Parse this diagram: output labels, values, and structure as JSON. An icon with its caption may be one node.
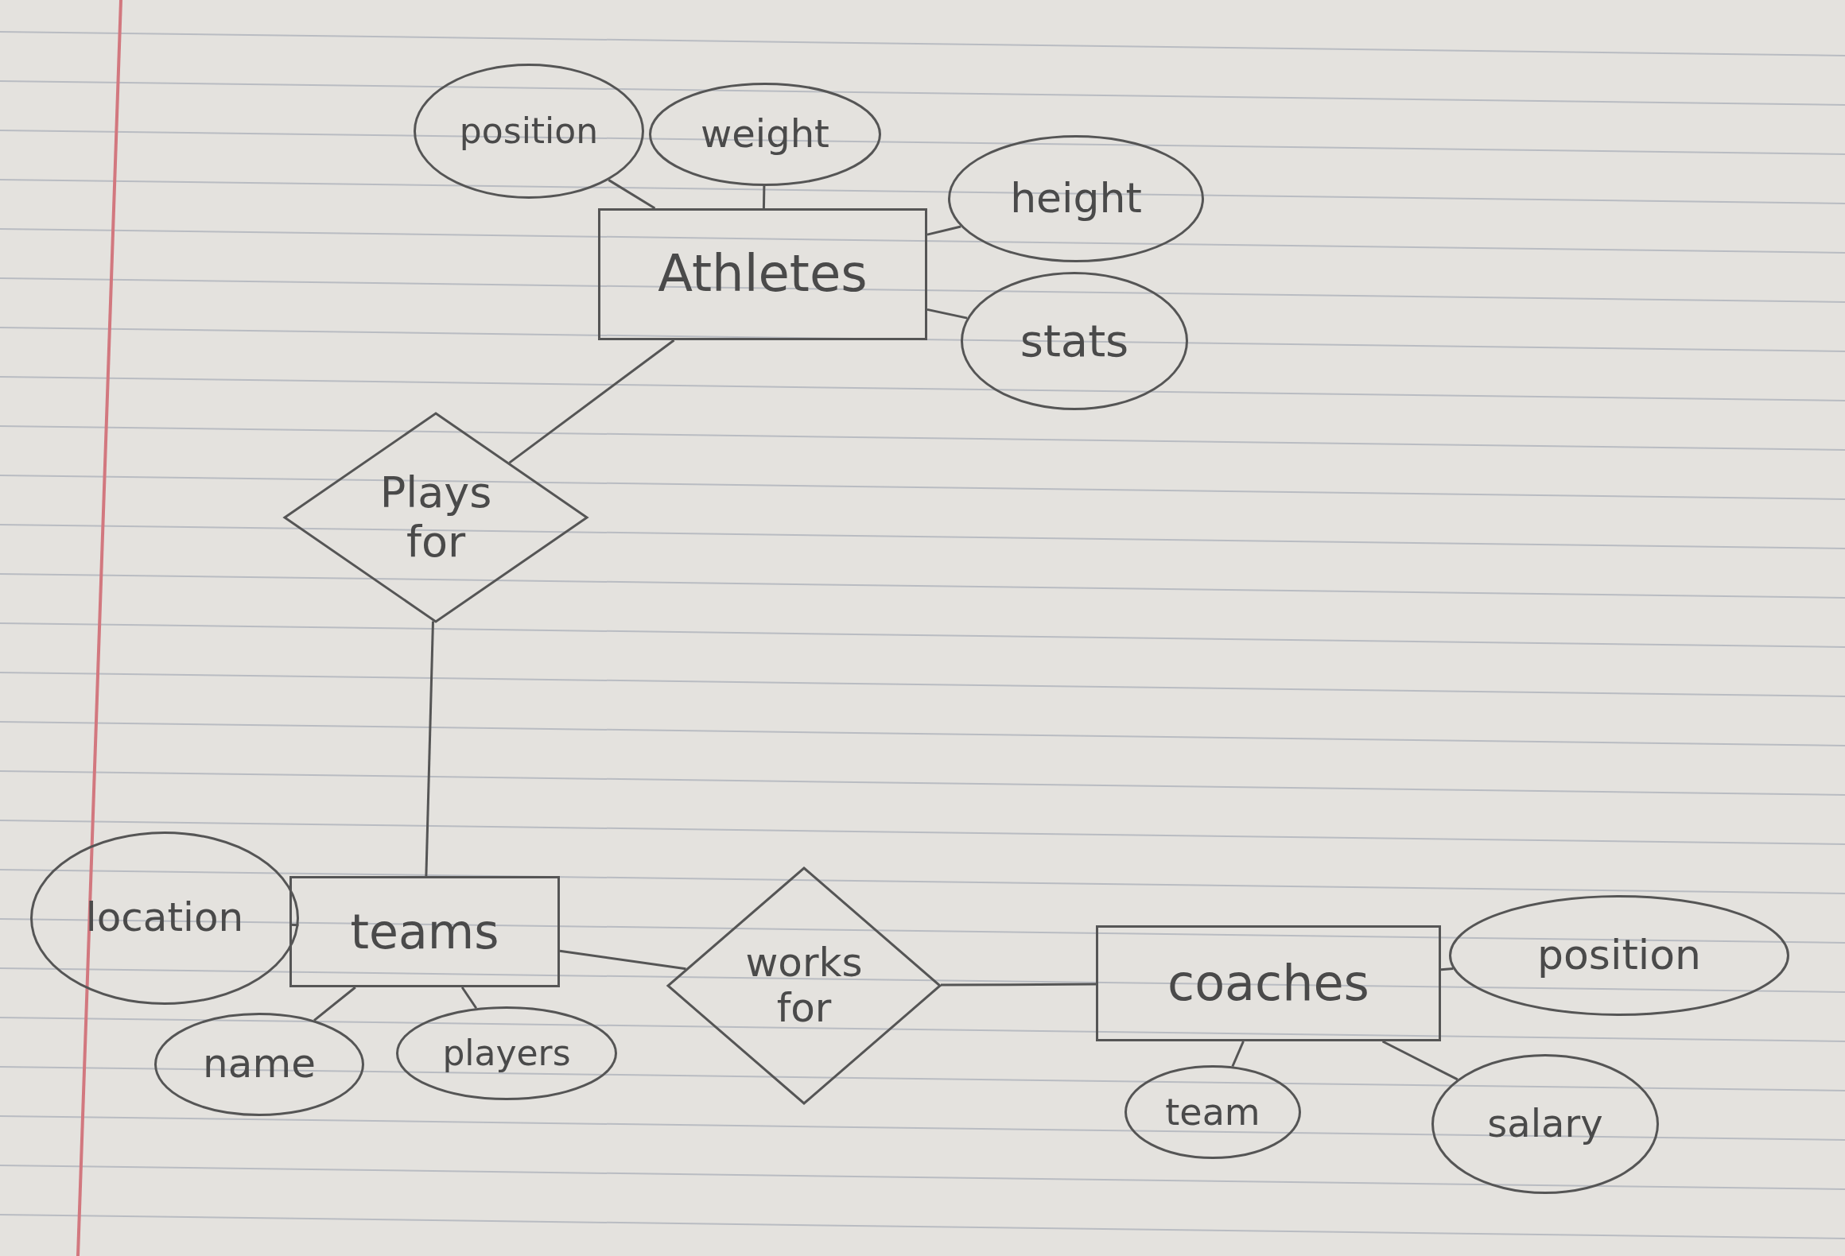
{
  "diagram": {
    "nodes": [
      {
        "text": [
          "Athletes"
        ]
      },
      {
        "text": [
          "position"
        ]
      },
      {
        "text": [
          "weight"
        ]
      },
      {
        "text": [
          "height"
        ]
      },
      {
        "text": [
          "stats"
        ]
      },
      {
        "text": [
          "Plays for"
        ]
      },
      {
        "text": [
          "teams"
        ]
      },
      {
        "text": [
          "location"
        ]
      },
      {
        "text": [
          "name"
        ]
      },
      {
        "text": [
          "players"
        ]
      },
      {
        "text": [
          "works for"
        ]
      },
      {
        "text": [
          "coaches"
        ]
      },
      {
        "text": [
          "position"
        ]
      },
      {
        "text": [
          "team"
        ]
      },
      {
        "text": [
          "salary"
        ]
      }
    ],
    "edges": [
      {
        "from": 0,
        "to": 1,
        "arrow": "none"
      },
      {
        "from": 0,
        "to": 2,
        "arrow": "none"
      },
      {
        "from": 0,
        "to": 3,
        "arrow": "none"
      },
      {
        "from": 0,
        "to": 4,
        "arrow": "none"
      },
      {
        "from": 0,
        "to": 5,
        "arrow": "none"
      },
      {
        "from": 5,
        "to": 6,
        "arrow": "none"
      },
      {
        "from": 6,
        "to": 7,
        "arrow": "none"
      },
      {
        "from": 6,
        "to": 8,
        "arrow": "none"
      },
      {
        "from": 6,
        "to": 9,
        "arrow": "none"
      },
      {
        "from": 6,
        "to": 10,
        "arrow": "none"
      },
      {
        "from": 10,
        "to": 11,
        "arrow": "none"
      },
      {
        "from": 11,
        "to": 12,
        "arrow": "none"
      },
      {
        "from": 11,
        "to": 13,
        "arrow": "none"
      },
      {
        "from": 11,
        "to": 14,
        "arrow": "none"
      }
    ]
  }
}
